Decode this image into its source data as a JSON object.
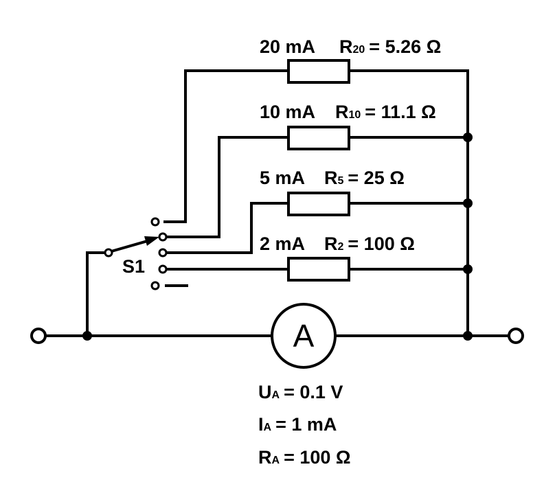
{
  "resistors": [
    {
      "current": "20 mA",
      "name": "R",
      "sub": "20",
      "value": "= 5.26 Ω"
    },
    {
      "current": "10 mA",
      "name": "R",
      "sub": "10",
      "value": "= 11.1 Ω"
    },
    {
      "current": "5 mA",
      "name": "R",
      "sub": "5",
      "value": "= 25 Ω"
    },
    {
      "current": "2 mA",
      "name": "R",
      "sub": "2",
      "value": "= 100 Ω"
    }
  ],
  "switch": {
    "label": "S1"
  },
  "ammeter": {
    "symbol": "A"
  },
  "specs": [
    {
      "name": "U",
      "sub": "A",
      "value": "= 0.1 V"
    },
    {
      "name": "I",
      "sub": "A",
      "value": "= 1 mA"
    },
    {
      "name": "R",
      "sub": "A",
      "value": "= 100  Ω"
    }
  ]
}
